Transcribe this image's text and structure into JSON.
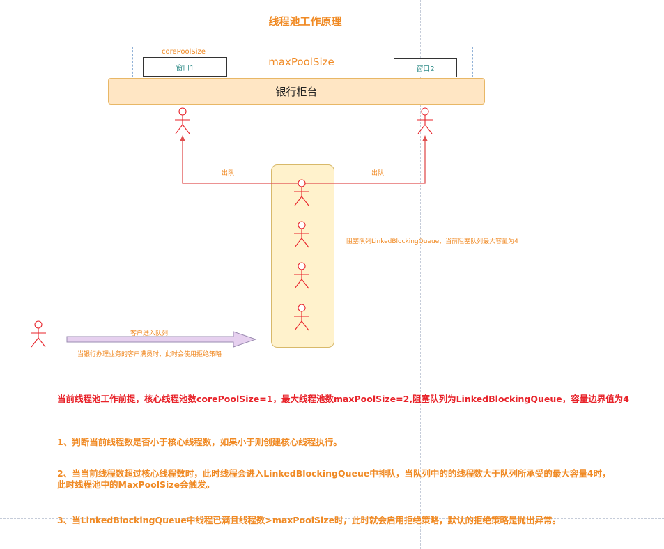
{
  "diagram": {
    "title": "线程池工作原理",
    "core_pool_label": "corePoolSize",
    "max_pool_label": "maxPoolSize",
    "window1_label": "窗口1",
    "window2_label": "窗口2",
    "counter_label": "银行柜台",
    "dequeue_label": "出队",
    "queue_note": "阻塞队列LinkedBlockingQueue，当前阻塞队列最大容量为4",
    "enqueue_label": "客户进入队列",
    "reject_note": "当银行办理业务的客户满员时，此时会使用拒绝策略",
    "colors": {
      "accent": "#f08a24",
      "person_line": "#e8232a",
      "arrow_line": "#e05050",
      "queue_fill": "#fff2cc",
      "counter_fill": "#ffe6c4",
      "enqueue_arrow_fill": "#e6d0ef"
    },
    "icons": [
      "person-icon",
      "arrow-icon"
    ]
  },
  "notes": {
    "premise": "当前线程池工作前提，核心线程池数corePoolSize=1，最大线程池数maxPoolSize=2,阻塞队列为LinkedBlockingQueue，容量边界值为4",
    "step1": "1、判断当前线程数是否小于核心线程数，如果小于则创建核心线程执行。",
    "step2_line1": "2、当当前线程数超过核心线程数时，此时线程会进入LinkedBlockingQueue中排队，当队列中的的线程数大于队列所承受的最大容量4时，",
    "step2_line2": "此时线程池中的MaxPoolSize会触发。",
    "step3": "3、当LinkedBlockingQueue中线程已满且线程数>maxPoolSize时，此时就会启用拒绝策略，默认的拒绝策略是抛出异常。"
  }
}
